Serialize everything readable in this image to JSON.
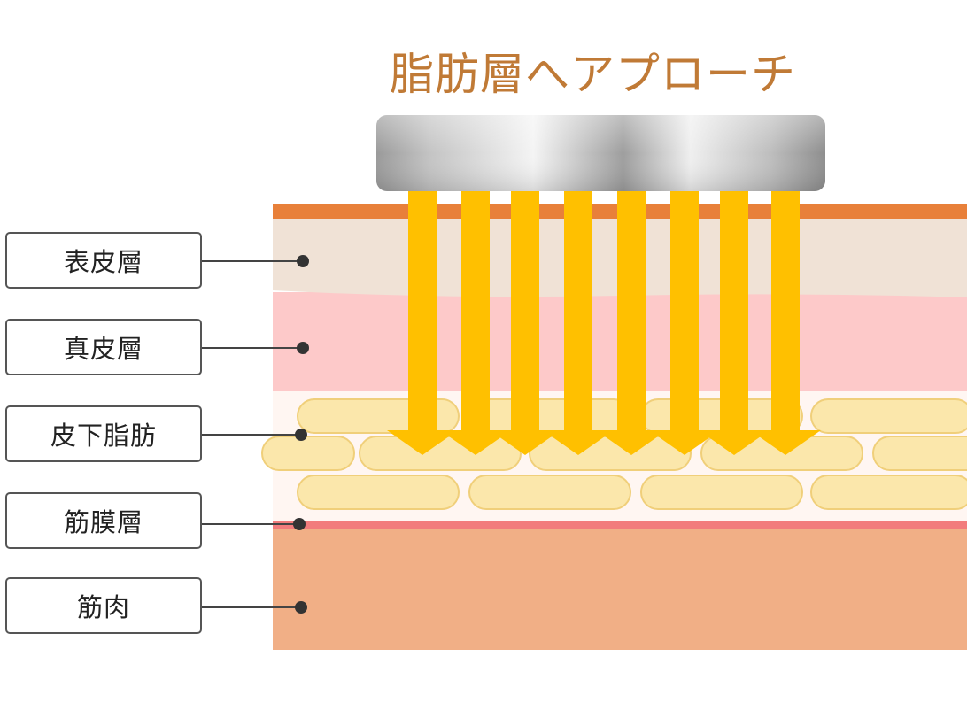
{
  "title": "脂肪層へアプローチ",
  "labels": {
    "epidermis": "表皮層",
    "dermis": "真皮層",
    "subcutaneous_fat": "皮下脂肪",
    "fascia": "筋膜層",
    "muscle": "筋肉"
  },
  "colors": {
    "title": "#c07a36",
    "skin_surface": "#e8803a",
    "epidermis": "#f0e2d6",
    "dermis": "#fdc9c9",
    "fat_background": "#fff6f2",
    "fat_cell": "#fbe7ab",
    "fat_cell_border": "#f0cf7a",
    "fascia": "#f27c7c",
    "muscle": "#f1af86",
    "arrow": "#ffc000"
  },
  "icons": [
    "device-head-icon",
    "energy-arrow-icon"
  ]
}
